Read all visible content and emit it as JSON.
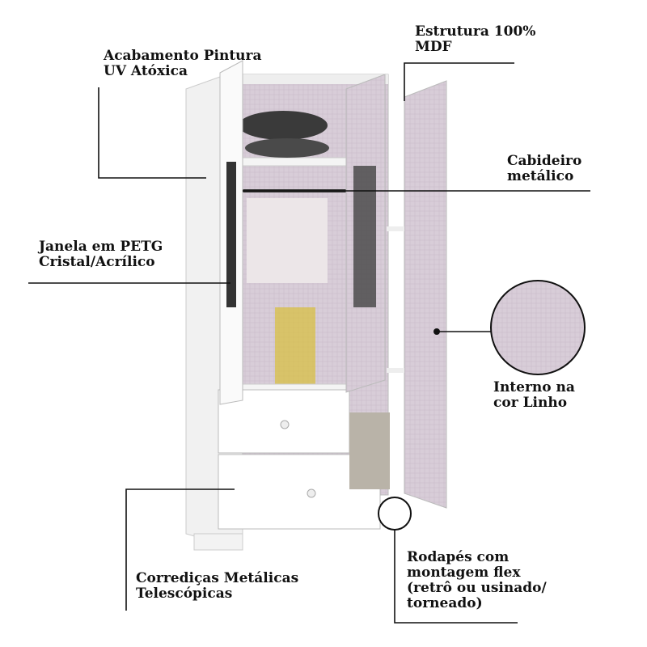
{
  "labels": {
    "finish": {
      "line1": "Acabamento Pintura",
      "line2": "UV Atóxica"
    },
    "structure": {
      "line1": "Estrutura 100%",
      "line2": "MDF"
    },
    "hanger": {
      "line1": "Cabideiro",
      "line2": "metálico"
    },
    "window": {
      "line1": "Janela em PETG",
      "line2": "Cristal/Acrílico"
    },
    "interior": {
      "line1": "Interno na",
      "line2": "cor Linho"
    },
    "slides": {
      "line1": "Corrediças Metálicas",
      "line2": "Telescópicas"
    },
    "baseboard": {
      "line1": "Rodapés com",
      "line2": "montagem flex",
      "line3": "(retrô ou usinado/",
      "line4": "torneado)"
    }
  },
  "colors": {
    "interior": "#d9cfd9",
    "body": "#ffffff",
    "line": "#111111"
  }
}
